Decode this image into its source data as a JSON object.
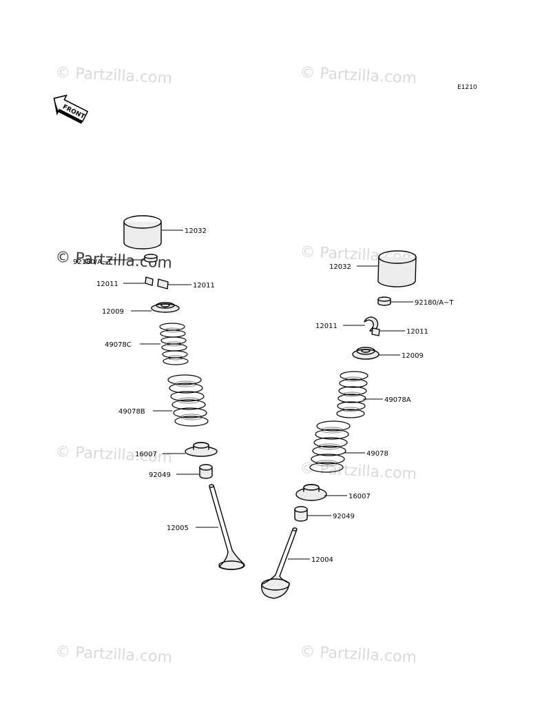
{
  "diagram": {
    "code": "E1210",
    "front_label": "FRONT",
    "watermark": "© Partzilla.com",
    "colors": {
      "ink": "#000000",
      "watermark": "#d9d9d9",
      "part_fill": "#ececec"
    }
  },
  "left_assembly": {
    "labels": {
      "bucket": "12032",
      "shim": "92180/A~T",
      "keeper_left": "12011",
      "keeper_right": "12011",
      "retainer": "12009",
      "inner_spring": "49078C",
      "outer_spring": "49078B",
      "spring_seat": "16007",
      "stem_seal": "92049",
      "valve": "12005"
    }
  },
  "right_assembly": {
    "labels": {
      "bucket": "12032",
      "shim": "92180/A~T",
      "keeper_left": "12011",
      "keeper_right": "12011",
      "retainer": "12009",
      "inner_spring": "49078A",
      "outer_spring": "49078",
      "spring_seat": "16007",
      "stem_seal": "92049",
      "valve": "12004"
    }
  }
}
